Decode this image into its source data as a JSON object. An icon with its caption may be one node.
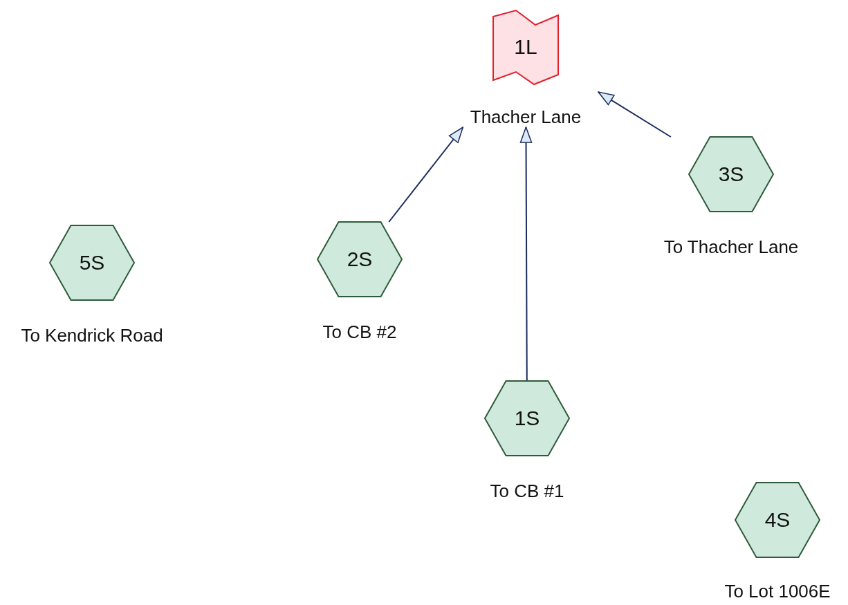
{
  "diagram": {
    "nodes": [
      {
        "text": [
          "1L"
        ],
        "beside": [
          "Thacher Lane"
        ]
      },
      {
        "text": [
          "3S"
        ],
        "beside": [
          "To Thacher Lane"
        ]
      },
      {
        "text": [
          "5S"
        ],
        "beside": [
          "To Kendrick Road"
        ]
      },
      {
        "text": [
          "2S"
        ],
        "beside": [
          "To CB #2"
        ]
      },
      {
        "text": [
          "1S"
        ],
        "beside": [
          "To CB #1"
        ]
      },
      {
        "text": [
          "4S"
        ],
        "beside": [
          "To Lot 1006E"
        ]
      }
    ],
    "edges": [
      {
        "from": 3,
        "to": 0,
        "arrow": "to"
      },
      {
        "from": 4,
        "to": 0,
        "arrow": "to"
      },
      {
        "from": 1,
        "to": 0,
        "arrow": "to"
      }
    ]
  }
}
